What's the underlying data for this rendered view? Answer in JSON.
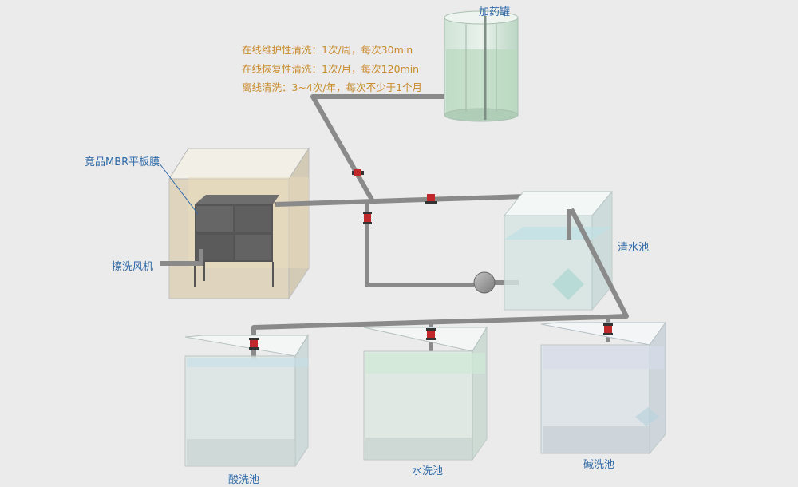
{
  "labels": {
    "dosing_tank": "加药罐",
    "membrane": "竞品MBR平板膜",
    "blower": "擦洗风机",
    "clean_water_tank": "清水池",
    "acid_tank": "酸洗池",
    "water_tank": "水洗池",
    "alkali_tank": "碱洗池"
  },
  "notes": [
    "在线维护性清洗：1次/周，每次30min",
    "在线恢复性清洗：1次/月，每次120min",
    "离线清洗：3~4次/年，每次不少于1个月"
  ],
  "colors": {
    "label_text": "#2f6aa8",
    "note_text": "#c88a2a",
    "pipe": "#8a8a8a",
    "valve": "#c0282b",
    "membrane_tank_fill": "#e6dcc4"
  }
}
